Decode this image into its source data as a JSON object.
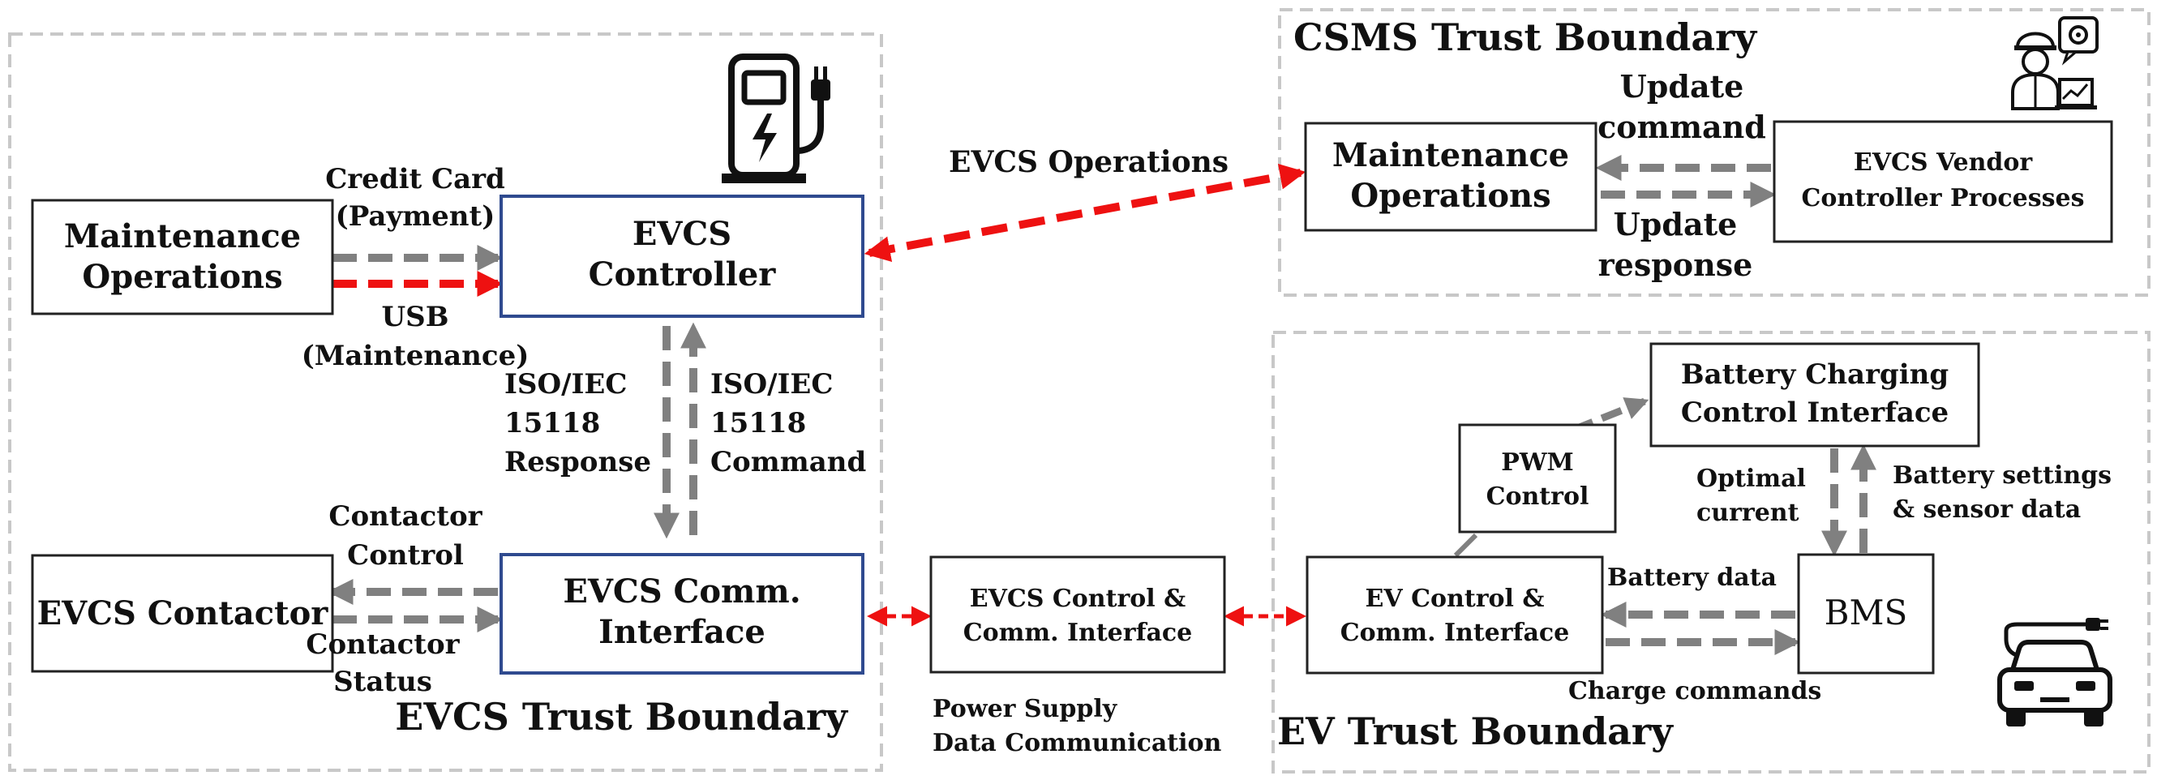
{
  "colors": {
    "boundary": "#c8c8c8",
    "box_border_black": "#222222",
    "box_border_blue": "#2f4a8f",
    "arrow_gray": "#808080",
    "arrow_red": "#ee1111"
  },
  "boundaries": {
    "evcs": "EVCS Trust Boundary",
    "csms": "CSMS Trust Boundary",
    "ev": "EV Trust Boundary"
  },
  "boxes": {
    "maint_left": [
      "Maintenance",
      "Operations"
    ],
    "evcs_controller": [
      "EVCS",
      "Controller"
    ],
    "evcs_contactor": [
      "EVCS Contactor"
    ],
    "evcs_comm": [
      "EVCS Comm.",
      "Interface"
    ],
    "maint_csms": [
      "Maintenance",
      "Operations"
    ],
    "vendor": [
      "EVCS Vendor",
      "Controller Processes"
    ],
    "evcs_ctrl_comm": [
      "EVCS Control &",
      "Comm. Interface"
    ],
    "ev_ctrl_comm": [
      "EV Control &",
      "Comm. Interface"
    ],
    "pwm": [
      "PWM",
      "Control"
    ],
    "battery_iface": [
      "Battery Charging",
      "Control Interface"
    ],
    "bms": [
      "BMS"
    ]
  },
  "labels": {
    "credit_card": [
      "Credit Card",
      "(Payment)"
    ],
    "usb": [
      "USB",
      "(Maintenance)"
    ],
    "iso_response": [
      "ISO/IEC",
      "15118",
      "Response"
    ],
    "iso_command": [
      "ISO/IEC",
      "15118",
      "Command"
    ],
    "contactor_control": [
      "Contactor",
      "Control"
    ],
    "contactor_status": [
      "Contactor",
      "Status"
    ],
    "evcs_operations": "EVCS Operations",
    "update_command": [
      "Update",
      "command"
    ],
    "update_response": [
      "Update",
      "response"
    ],
    "power_supply": [
      "Power Supply",
      "Data Communication"
    ],
    "optimal_current": [
      "Optimal",
      "current"
    ],
    "battery_settings": [
      "Battery settings",
      "& sensor data"
    ],
    "battery_data": "Battery data",
    "charge_commands": "Charge commands"
  },
  "icons": {
    "charger": "ev-charger-icon",
    "engineer": "engineer-icon",
    "car": "electric-car-icon"
  }
}
